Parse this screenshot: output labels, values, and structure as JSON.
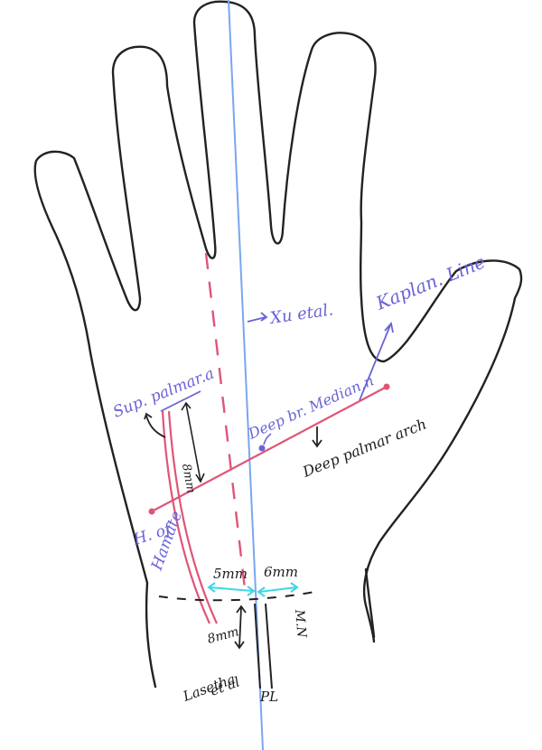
{
  "labels": {
    "xu": "Xu etal.",
    "kaplan": "Kaplan. Line",
    "sup_palmar": "Sup. palmar.a",
    "deep_br": "Deep br. Median.n",
    "deep_arch": "Deep palmar arch",
    "hamate_1": "H. of",
    "hamate_2": "Hamate",
    "dist_5": "5mm",
    "dist_6": "6mm",
    "dist_8": "8mm",
    "dist_vert": "8mm",
    "mn": "M.N",
    "lasetha_1": "Lasetha",
    "lasetha_2": "et al",
    "pl": "PL"
  },
  "colors": {
    "purple": "#6a63d6",
    "red": "#e05577",
    "blue": "#7aa6f0",
    "cyan": "#3fd6e6",
    "ink": "#222222"
  }
}
